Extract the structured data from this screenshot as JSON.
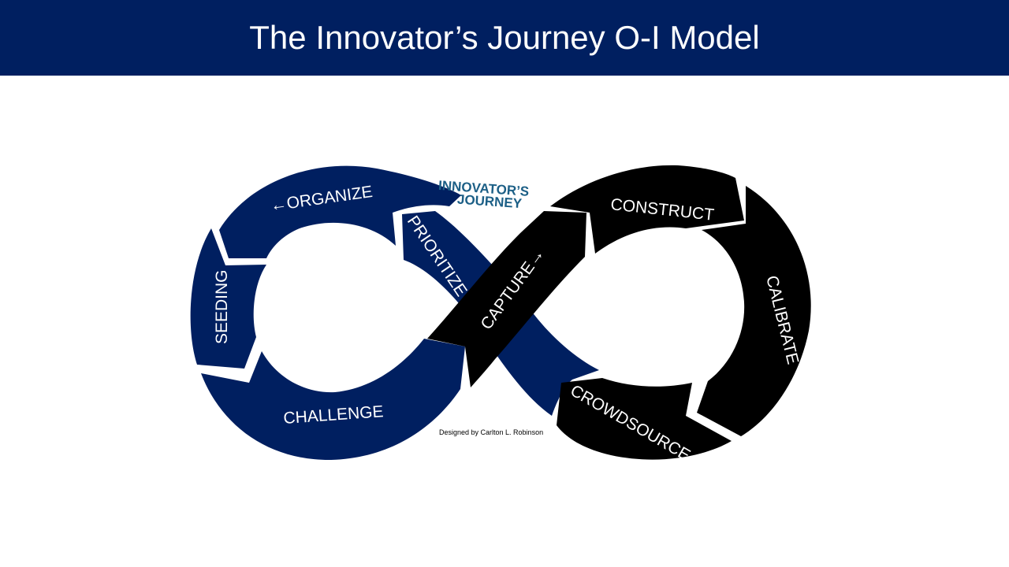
{
  "title": "The Innovator’s Journey O-I Model",
  "logo": {
    "line1": "INNOVATOR’S",
    "line2": "JOURNEY"
  },
  "left_loop_segments": [
    "ORGANIZE",
    "PRIORITIZE",
    "SEEDING",
    "CHALLENGE"
  ],
  "right_loop_segments": [
    "CAPTURE",
    "CONSTRUCT",
    "CALIBRATE",
    "CROWDSOURCE"
  ],
  "arrow_glyphs": {
    "organize_prefix": "←",
    "capture_suffix": "→"
  },
  "credit": "Designed by Carlton L. Robinson",
  "colors": {
    "header": "#001f60",
    "left_loop": "#001f60",
    "right_loop": "#000000",
    "logo": "#1c5f86"
  }
}
